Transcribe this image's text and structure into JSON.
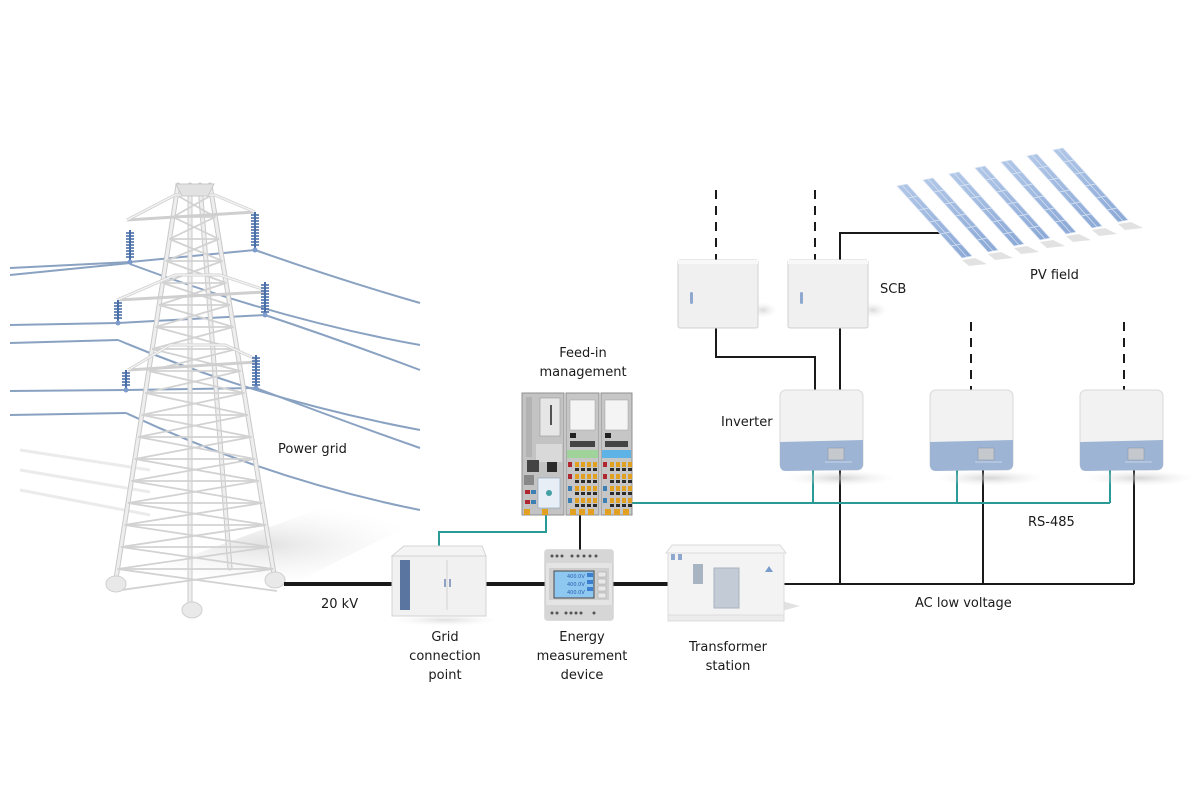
{
  "diagram": {
    "title": "PV power plant grid connection overview",
    "colors": {
      "power_line": "#1a1a1a",
      "rs485_line": "#2a9a96",
      "overhead_conductor": "#8aa2c2",
      "insulator": "#4a6fa8",
      "tower": "#e6e6e6",
      "tower_edge": "#c4c4c4",
      "device_white": "#eeeeee",
      "inverter_band": "#9db4d4",
      "pv_panel": "#9ab6df",
      "door_blue": "#5a76a0",
      "display_blue": "#8ec7f0"
    },
    "labels": {
      "power_grid": "Power grid",
      "voltage_mv": "20 kV",
      "grid_connection_point": "Grid\nconnection\npoint",
      "energy_measurement_device": "Energy\nmeasurement\ndevice",
      "transformer_station": "Transformer\nstation",
      "feed_in_management": "Feed-in\nmanagement",
      "inverter": "Inverter",
      "scb": "SCB",
      "pv_field": "PV field",
      "rs485": "RS-485",
      "ac_low_voltage": "AC low voltage"
    },
    "counts": {
      "inverters": 3,
      "string_combiner_boxes": 2,
      "pv_panel_rows": 7
    },
    "emd_display": [
      "400.0V",
      "400.0V",
      "400.0V"
    ]
  }
}
